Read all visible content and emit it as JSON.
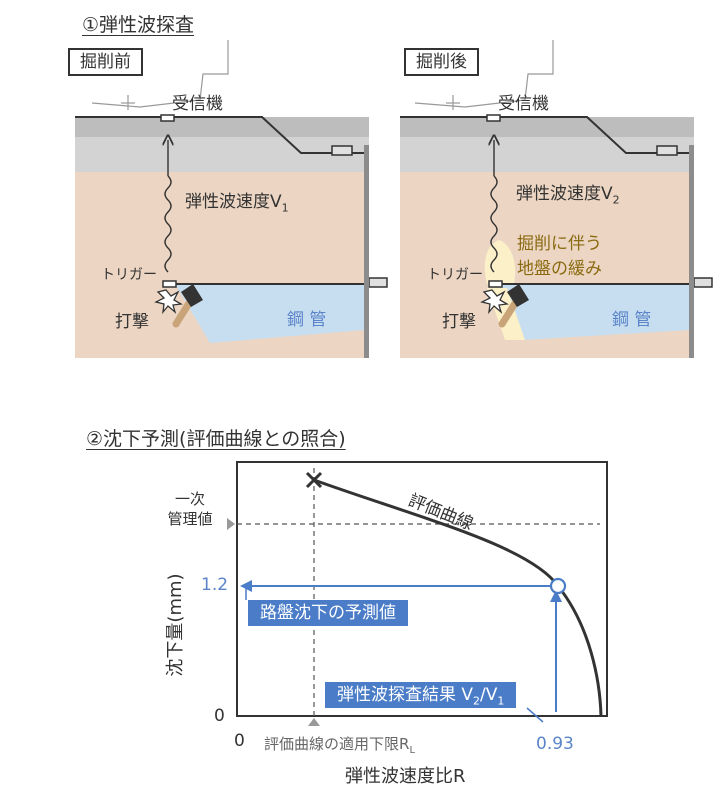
{
  "section1": {
    "title": "①弾性波探査"
  },
  "before": {
    "phase": "掘削前",
    "receiver": "受信機",
    "velocity": "弾性波速度V",
    "velocity_sub": "1",
    "trigger": "トリガー",
    "strike": "打撃",
    "pipe": "鋼 管"
  },
  "after": {
    "phase": "掘削後",
    "receiver": "受信機",
    "velocity": "弾性波速度V",
    "velocity_sub": "2",
    "loosening_1": "掘削に伴う",
    "loosening_2": "地盤の緩み",
    "trigger": "トリガー",
    "strike": "打撃",
    "pipe": "鋼 管"
  },
  "section2": {
    "title": "②沈下予測(評価曲線との照合)"
  },
  "chart": {
    "curve_label": "評価曲線",
    "primary_limit_1": "一次",
    "primary_limit_2": "管理値",
    "y_axis_label": "沈下量(mm)",
    "y_value": "1.2",
    "y_zero": "0",
    "x_zero": "0",
    "x_lower_limit": "評価曲線の適用下限R",
    "x_lower_limit_sub": "L",
    "x_value": "0.93",
    "x_axis_label": "弾性波速度比R",
    "prediction_label": "路盤沈下の予測値",
    "result_label": "弾性波探査結果 V",
    "result_sub_2": "2",
    "result_mid": "/V",
    "result_sub_1": "1"
  },
  "colors": {
    "soil": "#ecd6c3",
    "surface": "#d3d3d3",
    "pipe_zone": "#c7def0",
    "accent_blue": "#4a7cc7",
    "loosening": "#fbf0c8"
  }
}
